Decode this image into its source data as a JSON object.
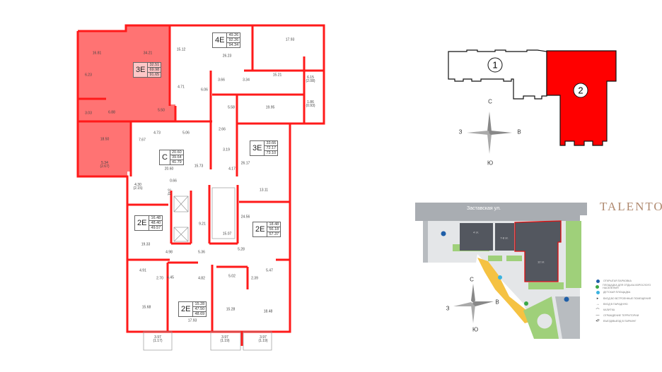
{
  "floor_plan": {
    "highlight_color": "#ff0000",
    "apartments": [
      {
        "type": "3E",
        "living": "32.51",
        "total": "69.98",
        "total_with_balcony": "91.65",
        "selected": true
      },
      {
        "type": "4E",
        "living": "49.26",
        "total": "92.26",
        "total_with_balcony": "94.34"
      },
      {
        "type": "C",
        "living": "20.60",
        "total": "39.64",
        "total_with_balcony": "41.79"
      },
      {
        "type": "3E",
        "living": "33.66",
        "total": "72.17",
        "total_with_balcony": "73.10"
      },
      {
        "type": "2E",
        "living": "16.48",
        "total": "48.40",
        "total_with_balcony": "49.57"
      },
      {
        "type": "2E",
        "living": "18.48",
        "total": "56.18",
        "total_with_balcony": "57.37"
      },
      {
        "type": "2E",
        "living": "15.28",
        "total": "47.50",
        "total_with_balcony": "48.69"
      }
    ],
    "rooms": [
      "16.81",
      "34.21",
      "15.12",
      "26.23",
      "17.93",
      "6.23",
      "4.71",
      "6.06",
      "3.66",
      "3.34",
      "15.21",
      "6.15\n(2.08)",
      "3.03",
      "6.88",
      "5.50",
      "5.58",
      "19.95",
      "1.86\n(0.93)",
      "4.73",
      "5.06",
      "2.66",
      "7.67",
      "18.50",
      "3.19",
      "5.34\n(2.67)",
      "20.60",
      "15.73",
      "4.17",
      "26.17",
      "0.66",
      "4.30\n(2.15)",
      "3.41",
      "13.11",
      "24.56",
      "9.21",
      "15.07",
      "19.33",
      "4.98",
      "5.36",
      "5.28",
      "4.91",
      "2.70",
      "4.45",
      "4.82",
      "5.02",
      "5.47",
      "2.39",
      "15.68",
      "15.28",
      "18.48",
      "17.93",
      "3.97\n(1.17)",
      "3.97\n(1.19)",
      "3.97\n(1.19)"
    ]
  },
  "key_plan": {
    "buildings": [
      {
        "number": "1"
      },
      {
        "number": "2",
        "selected": true
      }
    ],
    "compass": {
      "north": "С",
      "south": "Ю",
      "west": "З",
      "east": "В"
    }
  },
  "site_plan": {
    "street": "Заставская ул.",
    "buildings": [
      "4 эт.",
      "7-8 эт.",
      "12 эт."
    ],
    "compass": {
      "north": "С",
      "south": "Ю",
      "west": "З",
      "east": "В"
    },
    "logo": "TALENTO",
    "legend": [
      {
        "icon": "parking-icon",
        "label": "ОТКРЫТАЯ ПАРКОВКА",
        "color": "#1f5fa8"
      },
      {
        "icon": "adult-area-icon",
        "label": "ПЛОЩАДКА ДЛЯ ОТДЫХА ВЗРОСЛОГО НАСЕЛЕНИЯ",
        "color": "#3aa845"
      },
      {
        "icon": "playground-icon",
        "label": "ДЕТСКАЯ ПЛОЩАДКА",
        "color": "#3bb3e0"
      },
      {
        "icon": "entrance-premises-icon",
        "label": "ВХОД ВО ВСТРОЕННЫЕ ПОМЕЩЕНИЯ"
      },
      {
        "icon": "entrance-lobby-icon",
        "label": "ВХОД В ПАРАДНУЮ"
      },
      {
        "icon": "gate-icon",
        "label": "КАЛИТКА"
      },
      {
        "icon": "fence-icon",
        "label": "ОГРАЖДЕНИЕ ТЕРРИТОРИИ"
      },
      {
        "icon": "parking-entry-icon",
        "label": "ВЪЕЗД/ВЫЕЗД В ПАРКИНГ"
      }
    ]
  }
}
